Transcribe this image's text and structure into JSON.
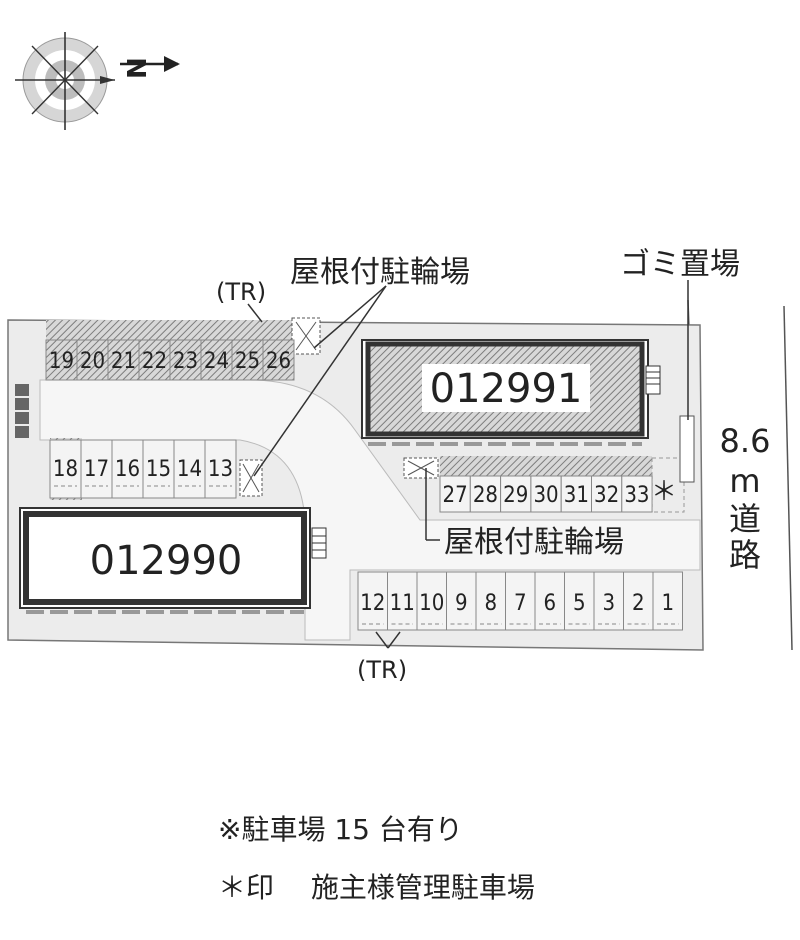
{
  "map": {
    "compass": {
      "north_label": "N"
    },
    "buildings": [
      {
        "id": "building-012991",
        "label": "012991"
      },
      {
        "id": "building-012990",
        "label": "012990"
      }
    ],
    "labels": {
      "bike_parking_top": "屋根付駐輪場",
      "bike_parking_bottom": "屋根付駐輪場",
      "tr_top": "(TR)",
      "tr_bottom": "(TR)",
      "garbage": "ゴミ置場",
      "road_width": "8.6",
      "road_unit": "m",
      "road_char1": "道",
      "road_char2": "路",
      "owner_mark": "＊"
    },
    "spots": {
      "row_top_left": [
        "19",
        "20",
        "21",
        "22",
        "23",
        "24",
        "25",
        "26"
      ],
      "row_mid_left": [
        "18",
        "17",
        "16",
        "15",
        "14",
        "13"
      ],
      "row_mid_right": [
        "27",
        "28",
        "29",
        "30",
        "31",
        "32",
        "33"
      ],
      "row_bottom": [
        "12",
        "11",
        "10",
        "9",
        "8",
        "7",
        "6",
        "5",
        "3",
        "2",
        "1"
      ]
    },
    "colors": {
      "building_outline": "#333333",
      "lot_fill": "#ececec",
      "hatch": "#8a8a8a"
    }
  },
  "notes": {
    "line1": "※駐車場 15 台有り",
    "line2": "＊印　 施主様管理駐車場"
  }
}
